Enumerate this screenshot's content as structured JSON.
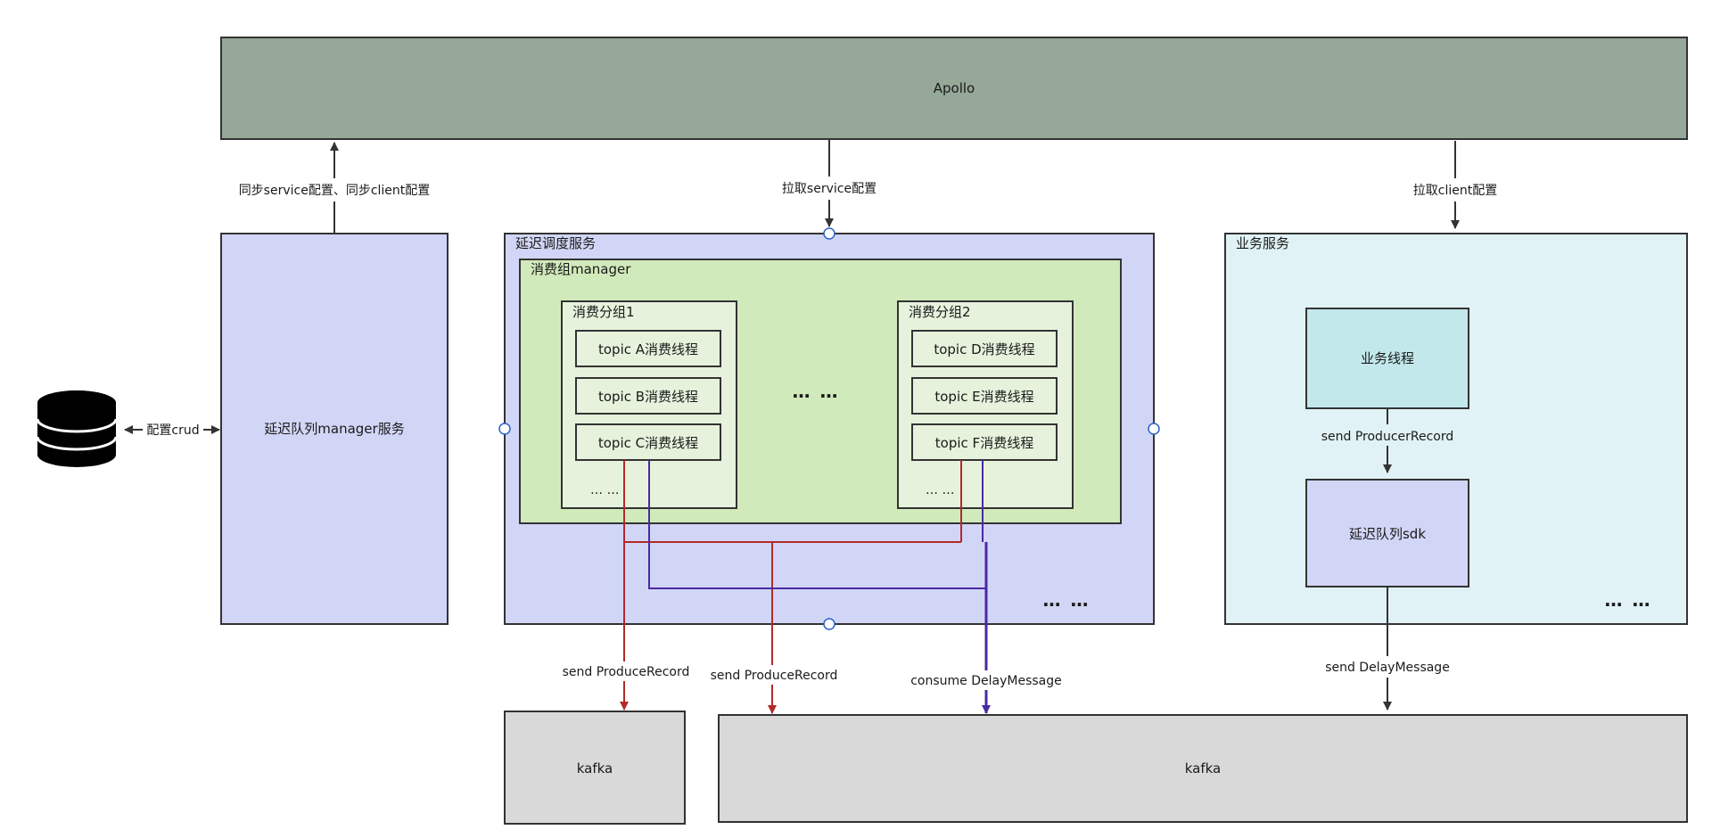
{
  "apollo": {
    "label": "Apollo"
  },
  "edges": {
    "sync_config": "同步service配置、同步client配置",
    "pull_service": "拉取service配置",
    "pull_client": "拉取client配置",
    "config_crud": "配置crud",
    "send_producer_record": "send ProducerRecord",
    "send_produce_record_1": "send ProduceRecord",
    "send_produce_record_2": "send ProduceRecord",
    "consume_delay_message": "consume DelayMessage",
    "send_delay_message": "send DelayMessage"
  },
  "manager_service": {
    "label": "延迟队列manager服务"
  },
  "delay_scheduler": {
    "title": "延迟调度服务",
    "consumer_group_manager": {
      "title": "消费组manager",
      "group1": {
        "title": "消费分组1",
        "threads": [
          "topic A消费线程",
          "topic B消费线程",
          "topic C消费线程"
        ],
        "more": "… …"
      },
      "between_groups": "… …",
      "group2": {
        "title": "消费分组2",
        "threads": [
          "topic D消费线程",
          "topic E消费线程",
          "topic F消费线程"
        ],
        "more": "… …"
      }
    },
    "more": "… …"
  },
  "business_service": {
    "title": "业务服务",
    "business_thread": "业务线程",
    "sdk": "延迟队列sdk",
    "more": "… …"
  },
  "kafka_small": {
    "label": "kafka"
  },
  "kafka_large": {
    "label": "kafka"
  },
  "colors": {
    "apollo_fill": "#96a898",
    "lavender_fill": "#d2d6f6",
    "green_fill": "#d1eabb",
    "light_green_fill": "#e6f2dc",
    "business_fill": "#e0f2f5",
    "business_thread_fill": "#c2e8eb",
    "kafka_fill": "#d9d9d9",
    "red_line": "#b22a2a",
    "purple_line": "#4a2aa3",
    "stroke": "#333333"
  }
}
